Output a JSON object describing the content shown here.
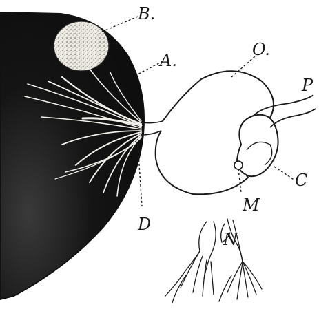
{
  "labels": {
    "A": "A.",
    "B": "B.",
    "C": "C",
    "D": "D",
    "M": "M",
    "N": "N",
    "O": "O.",
    "P": "P"
  },
  "colors": {
    "background": "#ffffff",
    "ink": "#1a1a1a",
    "mass_fill": "#141414",
    "oval_fill": "#ece9e1"
  }
}
